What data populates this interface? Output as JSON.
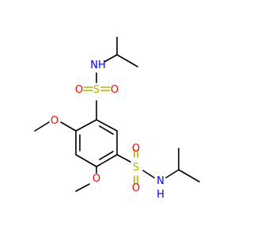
{
  "structure": {
    "atoms": {
      "oxygen": "O",
      "sulfur": "S",
      "nitrogen_hydrogen": "NH",
      "hydrogen": "H",
      "nitrogen": "N"
    },
    "colors": {
      "bond": "#000000",
      "oxygen": "#ff0000",
      "sulfur": "#b3b300",
      "nitrogen": "#0000ff",
      "background": "#ffffff"
    }
  }
}
